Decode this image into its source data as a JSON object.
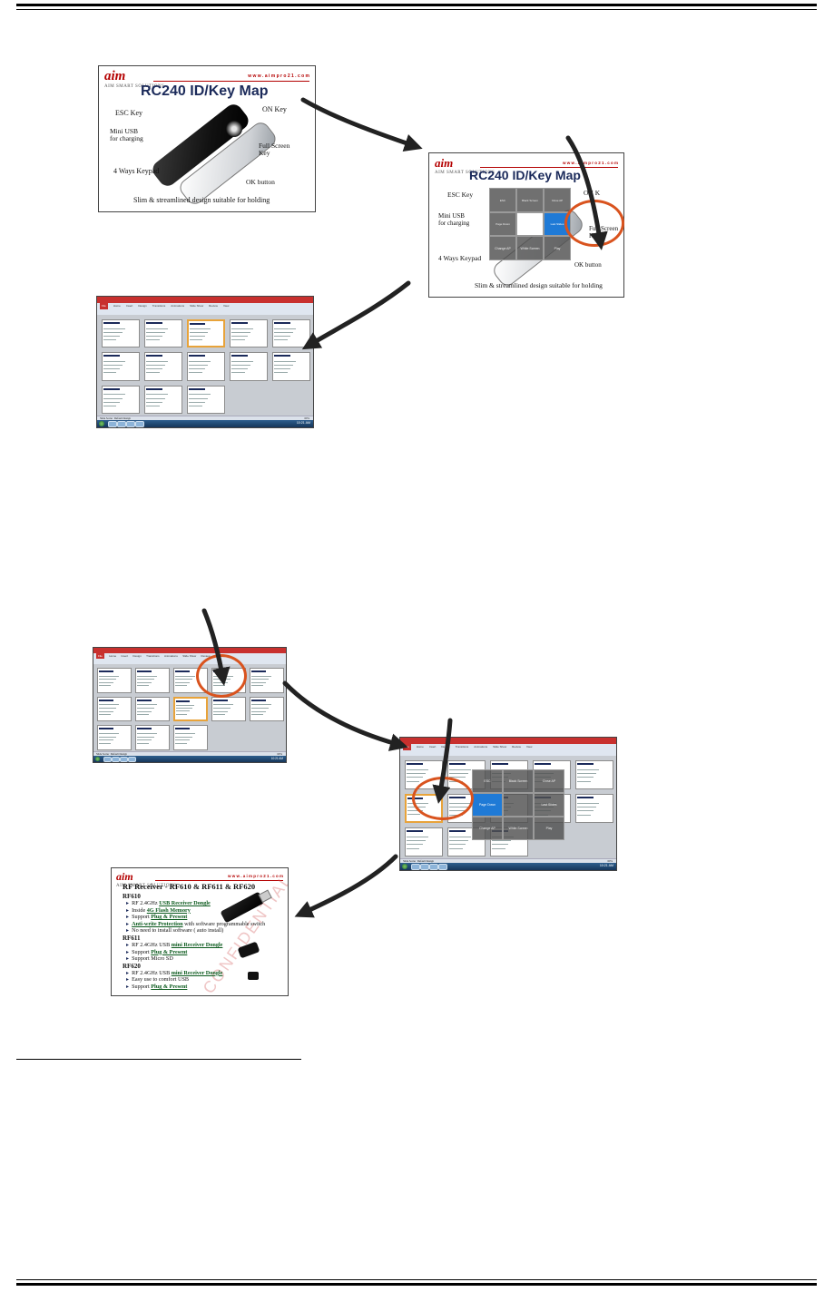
{
  "logo": {
    "brand": "aim",
    "tagline": "AIM SMART SOLUTIONS"
  },
  "keymap_slide": {
    "url": "w w w . a i m p r o 2 1 . c o m",
    "title": "RC240 ID/Key Map",
    "labels": {
      "esc": "ESC Key",
      "on": "ON Key",
      "mini_usb_1": "Mini USB",
      "mini_usb_2": "for charging",
      "full_screen_1": "Full Screen",
      "full_screen_2": "Key",
      "keypad": "4 Ways Keypad",
      "ok": "OK button",
      "caption": "Slim & streamlined design suitable for holding"
    }
  },
  "keymap_slide_overlay": {
    "labels": {
      "esc": "ESC Key",
      "on": "ON K",
      "mini_usb_1": "Mini USB",
      "mini_usb_2": "for charging",
      "full_screen_1": "Full Screen",
      "full_screen_2": "Key",
      "keypad": "4 Ways Keypad",
      "ok": "OK button",
      "caption": "Slim & streamlined design suitable for holding"
    }
  },
  "overlay_keys_small": [
    "ESC",
    "Black Screen",
    "Close AP",
    "Page Down",
    "",
    "Last Slides",
    "Change AP",
    "White Screen",
    "Play"
  ],
  "overlay_keys_large": [
    "ESC",
    "Black Screen",
    "Close AP",
    "Page Down",
    "",
    "Last Slides",
    "Change AP",
    "White Screen",
    "Play"
  ],
  "screen": {
    "tabs": [
      "File",
      "Home",
      "Insert",
      "Design",
      "Transitions",
      "Animations",
      "Slide Show",
      "Review",
      "View"
    ],
    "status_left": "Slide Sorter",
    "status_theme": "Default Design",
    "zoom": "60%",
    "clock": "10:21 AM"
  },
  "rf_slide": {
    "url": "w w w . a i m p r o 2 1 . c o m",
    "title": "RF Receiver - RF610 & RF611 & RF620",
    "watermark": "CONFIDENTIAL",
    "sections": [
      {
        "head": "RF610",
        "items": [
          {
            "pre": "RF 2.4GHz ",
            "em": "USB Receiver Dongle",
            "post": ""
          },
          {
            "pre": "Inside ",
            "em": "4G Flash Memory",
            "post": ""
          },
          {
            "pre": "Support ",
            "em": "Plug & Present",
            "post": ""
          },
          {
            "pre": "",
            "em": "Anti-write Protection",
            "post": " with software programmable switch"
          },
          {
            "pre": "No need to install software ( auto install)",
            "em": "",
            "post": ""
          }
        ]
      },
      {
        "head": "RF611",
        "items": [
          {
            "pre": "RF 2.4GHz USB ",
            "em": "mini Receiver Dongle",
            "post": ""
          },
          {
            "pre": "Support ",
            "em": "Plug & Present",
            "post": ""
          },
          {
            "pre": "Support Micro SD",
            "em": "",
            "post": ""
          }
        ]
      },
      {
        "head": "RF620",
        "items": [
          {
            "pre": "RF 2.4GHz USB ",
            "em": "mini Receiver Dongle",
            "post": ""
          },
          {
            "pre": "Easy use to comfort USB",
            "em": "",
            "post": ""
          },
          {
            "pre": "Support ",
            "em": "Plug & Present",
            "post": ""
          }
        ]
      }
    ]
  }
}
